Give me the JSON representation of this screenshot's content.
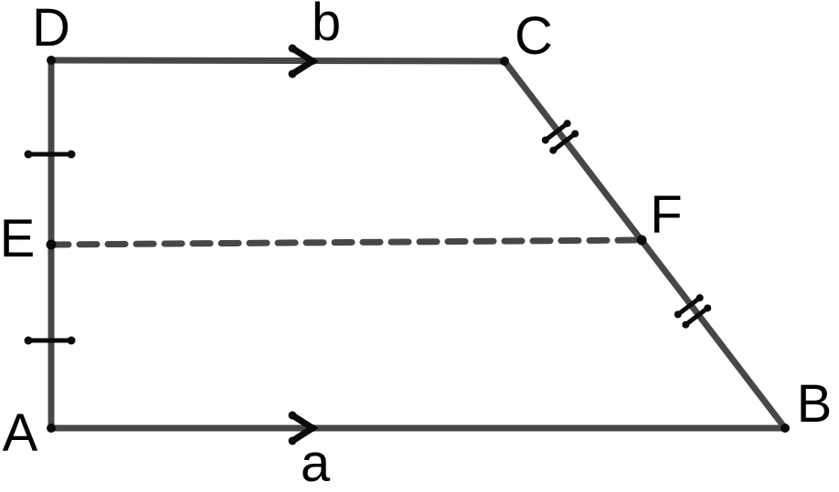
{
  "figure": {
    "kind": "geometry-diagram",
    "shape": "trapezoid ABCD with dashed midsegment EF",
    "vertices": {
      "a": "A",
      "b": "B",
      "c": "C",
      "d": "D"
    },
    "points": {
      "e": "E",
      "f": "F"
    },
    "sides": {
      "bottom": "a",
      "top": "b"
    },
    "marks": {
      "side_ad": "two single tick marks (above and below E)",
      "side_cb": "two double tick marks (above and below F)",
      "side_dc": "single arrow mark pointing right",
      "side_ab": "single arrow mark pointing right",
      "segment_ef": "dashed line from E to F"
    },
    "colors": {
      "line": "#474747",
      "mark": "#0b0b0b",
      "label": "#000000",
      "background": "#ffffff"
    }
  }
}
